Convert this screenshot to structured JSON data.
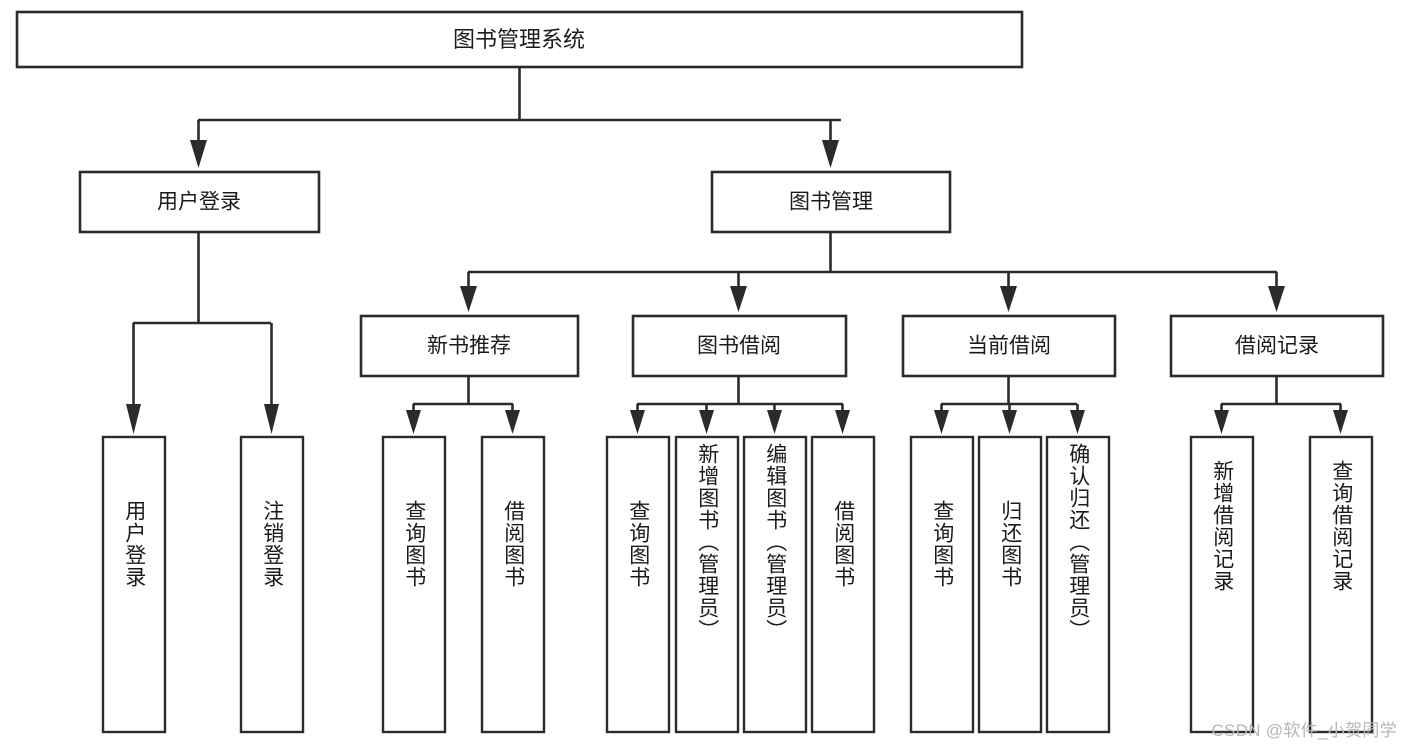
{
  "diagram": {
    "type": "tree-hierarchy",
    "title": "图书管理系统",
    "orientation": "top-down",
    "colors": {
      "stroke": "#2b2b2b",
      "fill": "#ffffff",
      "text": "#1b1b1b",
      "watermark": "#b6b6b6",
      "background": "#ffffff"
    },
    "levels": {
      "root": {
        "label": "图书管理系统"
      },
      "level2": [
        {
          "label": "用户登录"
        },
        {
          "label": "图书管理"
        }
      ],
      "level3": [
        {
          "label": "新书推荐"
        },
        {
          "label": "图书借阅"
        },
        {
          "label": "当前借阅"
        },
        {
          "label": "借阅记录"
        }
      ],
      "leaves": [
        {
          "label": "用户登录",
          "parent": "用户登录"
        },
        {
          "label": "注销登录",
          "parent": "用户登录"
        },
        {
          "label": "查询图书",
          "parent": "新书推荐"
        },
        {
          "label": "借阅图书",
          "parent": "新书推荐"
        },
        {
          "label": "查询图书",
          "parent": "图书借阅"
        },
        {
          "label": "新增图书（管理员）",
          "parent": "图书借阅"
        },
        {
          "label": "编辑图书（管理员）",
          "parent": "图书借阅"
        },
        {
          "label": "借阅图书",
          "parent": "图书借阅"
        },
        {
          "label": "查询图书",
          "parent": "当前借阅"
        },
        {
          "label": "归还图书",
          "parent": "当前借阅"
        },
        {
          "label": "确认归还（管理员）",
          "parent": "当前借阅"
        },
        {
          "label": "新增借阅记录",
          "parent": "借阅记录"
        },
        {
          "label": "查询借阅记录",
          "parent": "借阅记录"
        }
      ]
    },
    "watermark": "CSDN @软件_小贺同学"
  }
}
